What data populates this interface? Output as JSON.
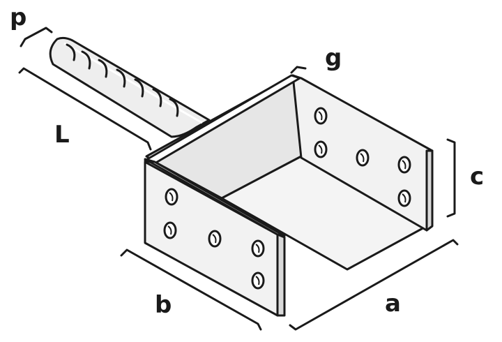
{
  "diagram": {
    "labels": {
      "p": "p",
      "g": "g",
      "L": "L",
      "c": "c",
      "b": "b",
      "a": "a"
    },
    "colors": {
      "stroke": "#1a1a1a",
      "metal_light": "#f2f2f2",
      "metal_mid": "#e6e6e6",
      "metal_dark": "#d9d9d9",
      "background": "#ffffff"
    }
  }
}
